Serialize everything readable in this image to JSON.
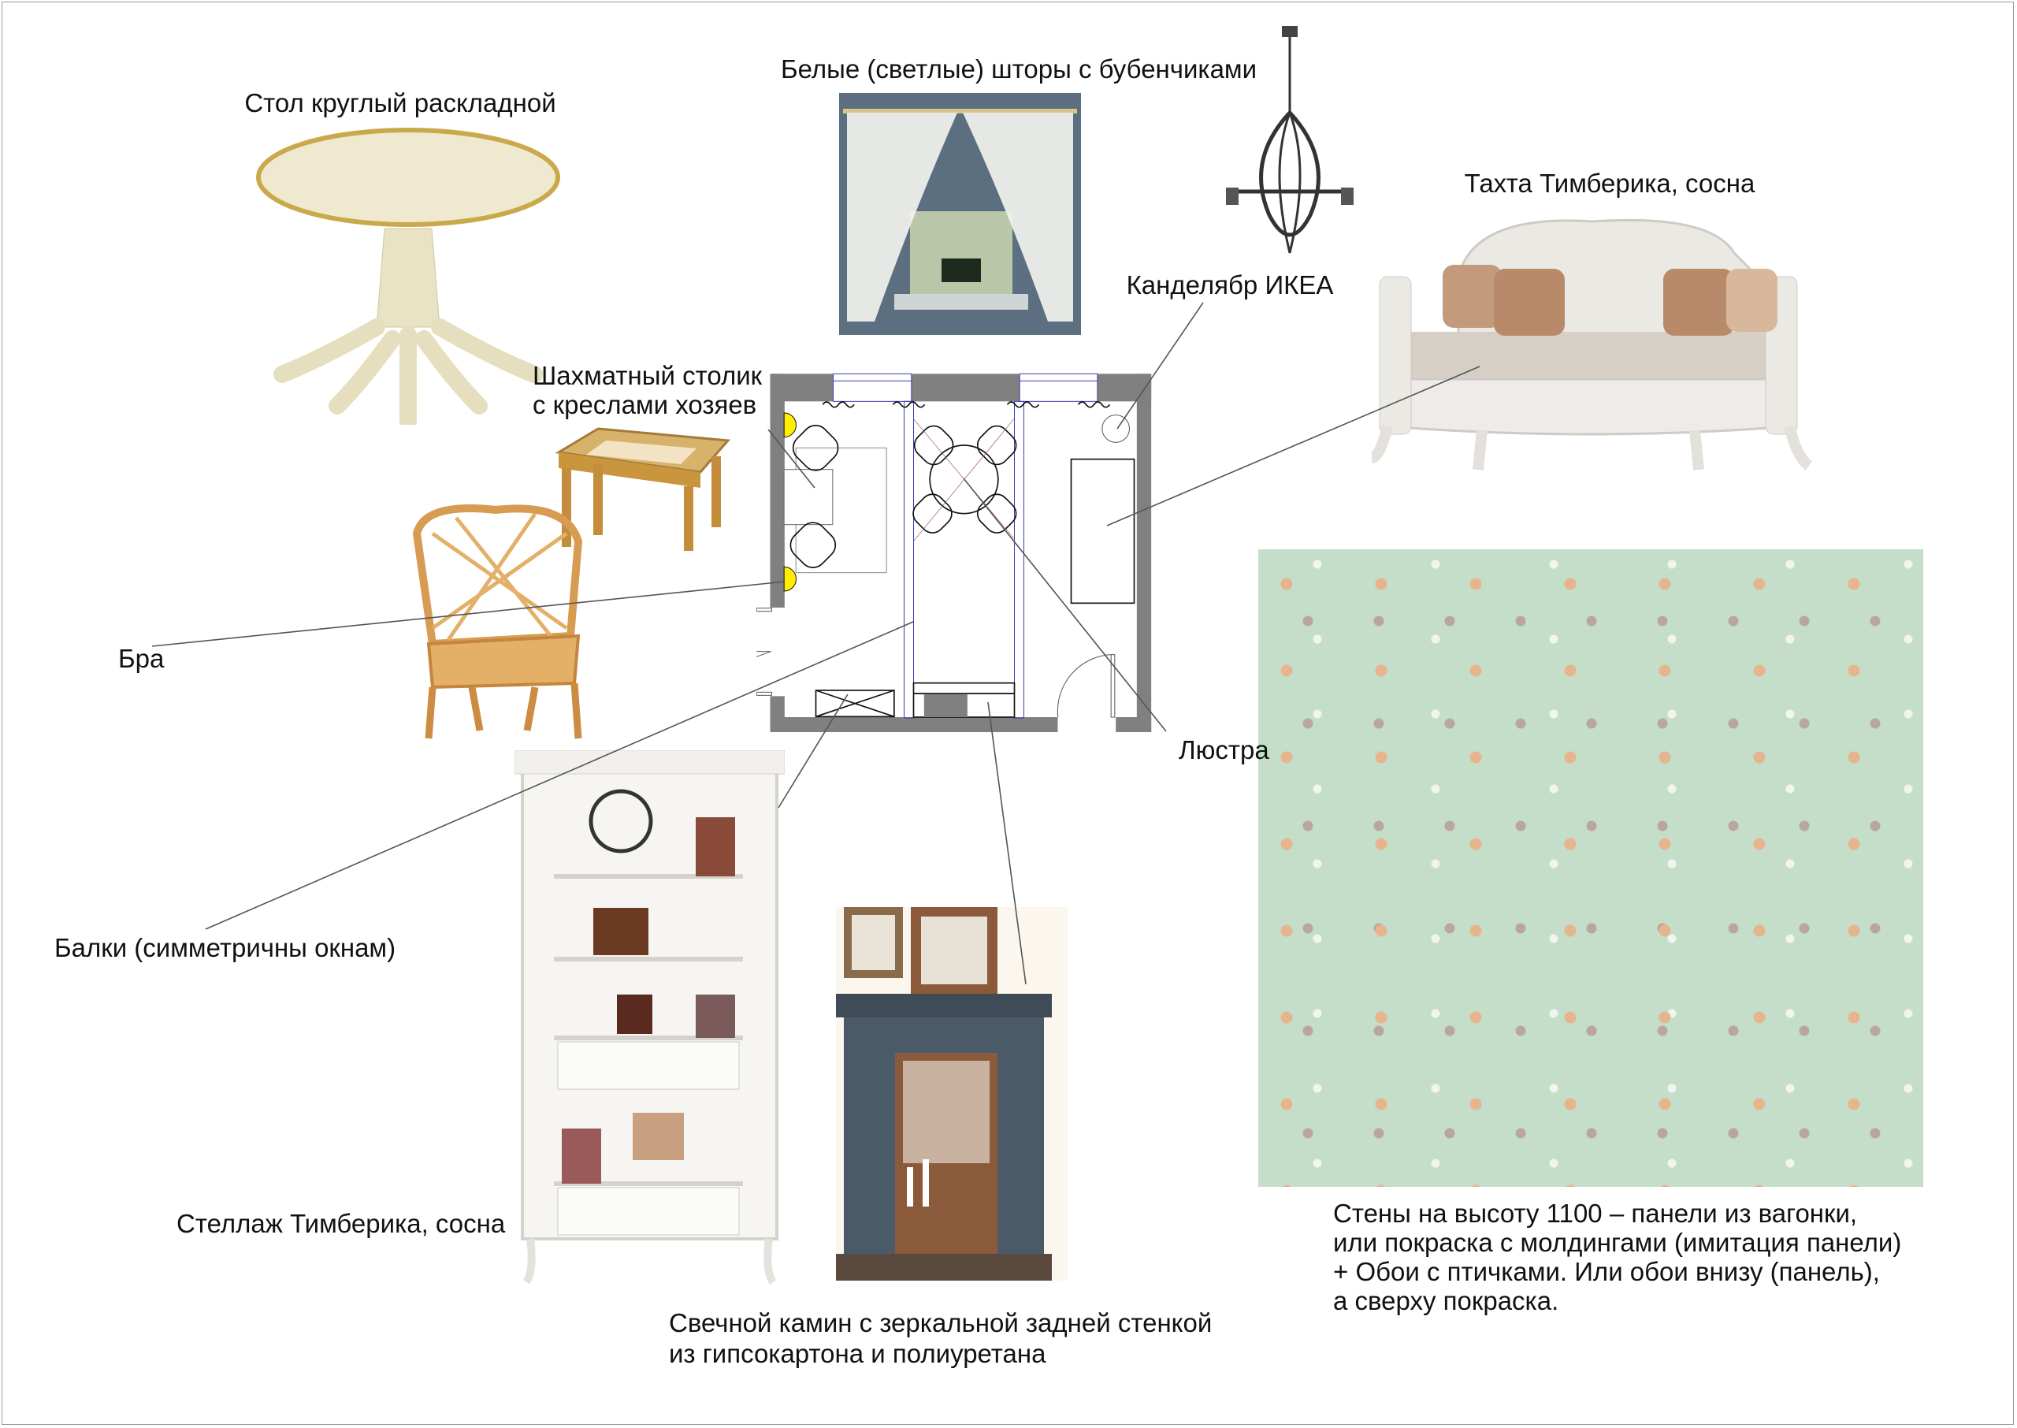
{
  "labels": {
    "table": "Стол круглый раскладной",
    "curtains": "Белые (светлые) шторы с бубенчиками",
    "sofa": "Тахта Тимберика, сосна",
    "candelabra": "Канделябр ИКЕА",
    "chess_line1": "Шахматный столик",
    "chess_line2": "с креслами хозяев",
    "sconce": "Бра",
    "chandelier": "Люстра",
    "beams": "Балки (симметричны окнам)",
    "bookcase": "Стеллаж Тимберика, сосна",
    "fireplace_line1": "Свечной камин с зеркальной задней стенкой",
    "fireplace_line2": "из гипсокартона и полиуретана",
    "walls_line1": "Стены на высоту 1100 – панели из вагонки,",
    "walls_line2": "или  покраска с молдингами (имитация панели)",
    "walls_line3": "+ Обои с птичками. Или обои внизу (панель),",
    "walls_line4": "а сверху покраска."
  },
  "colors": {
    "wall_fill": "#808080",
    "window_lines": "#3b3bb3",
    "sconce": "#ffee00",
    "wallpaper": "#c4dec9"
  }
}
